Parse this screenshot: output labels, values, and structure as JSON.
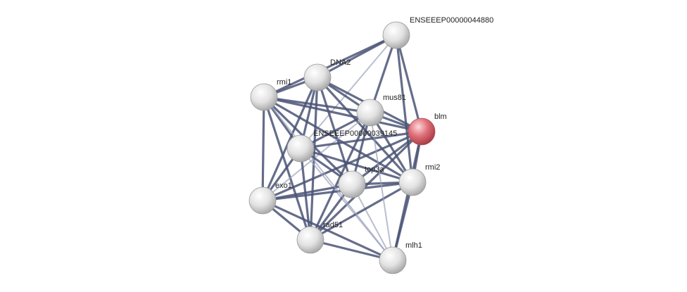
{
  "colors": {
    "background": "#ffffff",
    "edge_strong": "#4a5475",
    "edge_weak": "#9ca3bd",
    "node_default": "#e6e6e6",
    "node_query": "#e0707a",
    "label": "#222222"
  },
  "nodes": [
    {
      "id": "ENSEEEP00000044880",
      "label": "ENSEEEP00000044880",
      "query": false
    },
    {
      "id": "DNA2",
      "label": "DNA2",
      "query": false
    },
    {
      "id": "rmi1",
      "label": "rmi1",
      "query": false
    },
    {
      "id": "mus81",
      "label": "mus81",
      "query": false
    },
    {
      "id": "blm",
      "label": "blm",
      "query": true
    },
    {
      "id": "ENSEEEP00000039145",
      "label": "ENSEEEP00000039145",
      "query": false
    },
    {
      "id": "top3a",
      "label": "top3a",
      "query": false
    },
    {
      "id": "rmi2",
      "label": "rmi2",
      "query": false
    },
    {
      "id": "exo1",
      "label": "exo1",
      "query": false
    },
    {
      "id": "rad51",
      "label": "rad51",
      "query": false
    },
    {
      "id": "mlh1",
      "label": "mlh1",
      "query": false
    }
  ],
  "edges": [
    {
      "source": "ENSEEEP00000044880",
      "target": "DNA2",
      "strength": "strong"
    },
    {
      "source": "ENSEEEP00000044880",
      "target": "rmi1",
      "strength": "strong"
    },
    {
      "source": "ENSEEEP00000044880",
      "target": "mus81",
      "strength": "strong"
    },
    {
      "source": "ENSEEEP00000044880",
      "target": "blm",
      "strength": "strong"
    },
    {
      "source": "ENSEEEP00000044880",
      "target": "rmi2",
      "strength": "strong"
    },
    {
      "source": "ENSEEEP00000044880",
      "target": "ENSEEEP00000039145",
      "strength": "weak"
    },
    {
      "source": "DNA2",
      "target": "rmi1",
      "strength": "strong"
    },
    {
      "source": "DNA2",
      "target": "mus81",
      "strength": "strong"
    },
    {
      "source": "DNA2",
      "target": "blm",
      "strength": "strong"
    },
    {
      "source": "DNA2",
      "target": "ENSEEEP00000039145",
      "strength": "strong"
    },
    {
      "source": "DNA2",
      "target": "top3a",
      "strength": "strong"
    },
    {
      "source": "DNA2",
      "target": "rmi2",
      "strength": "strong"
    },
    {
      "source": "DNA2",
      "target": "exo1",
      "strength": "strong"
    },
    {
      "source": "DNA2",
      "target": "rad51",
      "strength": "strong"
    },
    {
      "source": "rmi1",
      "target": "mus81",
      "strength": "strong"
    },
    {
      "source": "rmi1",
      "target": "blm",
      "strength": "strong"
    },
    {
      "source": "rmi1",
      "target": "ENSEEEP00000039145",
      "strength": "strong"
    },
    {
      "source": "rmi1",
      "target": "top3a",
      "strength": "strong"
    },
    {
      "source": "rmi1",
      "target": "rmi2",
      "strength": "strong"
    },
    {
      "source": "rmi1",
      "target": "exo1",
      "strength": "strong"
    },
    {
      "source": "rmi1",
      "target": "rad51",
      "strength": "strong"
    },
    {
      "source": "mus81",
      "target": "blm",
      "strength": "strong"
    },
    {
      "source": "mus81",
      "target": "ENSEEEP00000039145",
      "strength": "strong"
    },
    {
      "source": "mus81",
      "target": "top3a",
      "strength": "strong"
    },
    {
      "source": "mus81",
      "target": "rmi2",
      "strength": "strong"
    },
    {
      "source": "mus81",
      "target": "exo1",
      "strength": "weak"
    },
    {
      "source": "mus81",
      "target": "rad51",
      "strength": "strong"
    },
    {
      "source": "blm",
      "target": "ENSEEEP00000039145",
      "strength": "strong"
    },
    {
      "source": "blm",
      "target": "top3a",
      "strength": "strong"
    },
    {
      "source": "blm",
      "target": "rmi2",
      "strength": "strong"
    },
    {
      "source": "blm",
      "target": "exo1",
      "strength": "strong"
    },
    {
      "source": "blm",
      "target": "rad51",
      "strength": "strong"
    },
    {
      "source": "blm",
      "target": "mlh1",
      "strength": "strong"
    },
    {
      "source": "ENSEEEP00000039145",
      "target": "top3a",
      "strength": "strong"
    },
    {
      "source": "ENSEEEP00000039145",
      "target": "rmi2",
      "strength": "strong"
    },
    {
      "source": "ENSEEEP00000039145",
      "target": "exo1",
      "strength": "strong"
    },
    {
      "source": "ENSEEEP00000039145",
      "target": "rad51",
      "strength": "strong"
    },
    {
      "source": "ENSEEEP00000039145",
      "target": "mlh1",
      "strength": "weak"
    },
    {
      "source": "top3a",
      "target": "rmi2",
      "strength": "strong"
    },
    {
      "source": "top3a",
      "target": "exo1",
      "strength": "strong"
    },
    {
      "source": "top3a",
      "target": "rad51",
      "strength": "strong"
    },
    {
      "source": "top3a",
      "target": "mlh1",
      "strength": "weak"
    },
    {
      "source": "rmi2",
      "target": "exo1",
      "strength": "strong"
    },
    {
      "source": "rmi2",
      "target": "rad51",
      "strength": "strong"
    },
    {
      "source": "rmi2",
      "target": "mlh1",
      "strength": "strong"
    },
    {
      "source": "exo1",
      "target": "rad51",
      "strength": "strong"
    },
    {
      "source": "exo1",
      "target": "mlh1",
      "strength": "strong"
    },
    {
      "source": "rad51",
      "target": "mlh1",
      "strength": "strong"
    },
    {
      "source": "rmi1",
      "target": "mlh1",
      "strength": "weak"
    },
    {
      "source": "mus81",
      "target": "mlh1",
      "strength": "weak"
    }
  ]
}
